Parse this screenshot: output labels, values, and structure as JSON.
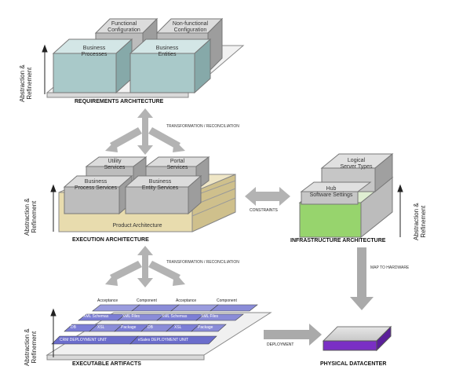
{
  "sections": {
    "requirements": "REQUIREMENTS ARCHITECTURE",
    "execution": "EXECUTION ARCHITECTURE",
    "infrastructure": "INFRASTRUCTURE ARCHITECTURE",
    "artifacts": "EXECUTABLE ARTIFACTS",
    "datacenter": "PHYSICAL DATACENTER"
  },
  "axis_label": [
    "Abstraction &",
    "Refinement"
  ],
  "requirements_boxes": {
    "functional": [
      "Functional",
      "Configuration"
    ],
    "nonfunctional": [
      "Non-functional",
      "Configuration"
    ],
    "process": [
      "Business",
      "Processes"
    ],
    "entities": [
      "Business",
      "Entities"
    ]
  },
  "execution_boxes": {
    "utility": [
      "Utility",
      "Services"
    ],
    "portal": [
      "Portal",
      "Services"
    ],
    "process": [
      "Business",
      "Process Services"
    ],
    "entity": [
      "Business",
      "Entity Services"
    ],
    "base": "Product Architecture"
  },
  "infrastructure_boxes": {
    "logical": [
      "Logical",
      "Server Types"
    ],
    "hub": [
      "Hub",
      "Software Settings"
    ]
  },
  "artifact_tiles": {
    "row1": [
      "Acceptance",
      "Component",
      "Acceptance",
      "Component"
    ],
    "row2": [
      "XML Schemas",
      "XML Files",
      "XML Schemas",
      "XML Files"
    ],
    "row3": [
      "DB",
      "XSL",
      "Package",
      "DB",
      "XSL",
      "Package"
    ],
    "row4": [
      "CRM DEPLOYMENT UNIT",
      "eSales DEPLOYMENT UNIT"
    ]
  },
  "connectors": {
    "transform_top": "TRANSFORMATION / RECONCILIATION",
    "transform_bottom": "TRANSFORMATION / RECONCILIATION",
    "constraints": "CONSTRAINTS",
    "map_to_hardware": "MAP TO HARDWARE",
    "deployment": "DEPLOYMENT"
  },
  "colors": {
    "req_box": "#a9c9c9",
    "exec_box": "#bdbdbd",
    "exec_base": "#e8dcae",
    "infra_box": "#97d46d",
    "artifact_tile": "#7c7ed6",
    "datacenter_base": "#7a2fc4",
    "grey_arrow": "#aaaaaa"
  }
}
